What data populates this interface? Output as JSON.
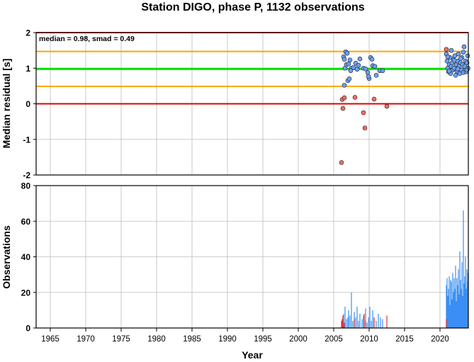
{
  "chart_data": [
    {
      "type": "scatter",
      "title": "Station DIGO, phase P, 1132 observations",
      "ylabel": "Median residual [s]",
      "annotation": "median = 0.98, smad = 0.49",
      "xlim": [
        1963,
        2024
      ],
      "ylim": [
        -2,
        2
      ],
      "y_ticks": [
        -2,
        -1,
        0,
        1,
        2
      ],
      "grid": true,
      "reference_lines": [
        {
          "y": 2.0,
          "color": "#e00000"
        },
        {
          "y": 1.47,
          "color": "#ffa500"
        },
        {
          "y": 0.98,
          "color": "#00e000"
        },
        {
          "y": 0.49,
          "color": "#ffa500"
        },
        {
          "y": 0.0,
          "color": "#e00000"
        }
      ],
      "colors": {
        "inlier": "#6b9ff5",
        "outlier": "#f26b5e"
      },
      "series": [
        {
          "points": [
            [
              2006.4,
              1.32
            ],
            [
              2006.5,
              1.25
            ],
            [
              2006.7,
              1.46
            ],
            [
              2006.9,
              1.42
            ],
            [
              2006.6,
              1.0
            ],
            [
              2006.8,
              1.1
            ],
            [
              2007.0,
              0.65
            ],
            [
              2007.2,
              0.7
            ],
            [
              2007.3,
              1.23
            ],
            [
              2007.5,
              1.0
            ],
            [
              2007.4,
              0.93
            ],
            [
              2007.8,
              1.02
            ],
            [
              2008.1,
              1.14
            ],
            [
              2008.3,
              0.97
            ],
            [
              2008.5,
              1.08
            ],
            [
              2008.7,
              1.26
            ],
            [
              2009.2,
              1.0
            ],
            [
              2009.5,
              0.98
            ],
            [
              2009.8,
              0.88
            ],
            [
              2010.0,
              0.71
            ],
            [
              2009.9,
              0.77
            ],
            [
              2010.2,
              1.3
            ],
            [
              2010.4,
              1.25
            ],
            [
              2010.5,
              1.07
            ],
            [
              2010.8,
              1.05
            ],
            [
              2011.0,
              0.8
            ],
            [
              2011.5,
              0.93
            ],
            [
              2011.9,
              0.93
            ],
            [
              2006.5,
              0.52
            ],
            [
              2007.1,
              1.12
            ],
            [
              2020.9,
              1.4
            ],
            [
              2021.0,
              1.2
            ],
            [
              2021.1,
              1.0
            ],
            [
              2021.2,
              0.9
            ],
            [
              2021.3,
              1.1
            ],
            [
              2021.4,
              1.3
            ],
            [
              2021.5,
              0.85
            ],
            [
              2021.6,
              1.05
            ],
            [
              2021.7,
              1.15
            ],
            [
              2021.8,
              0.95
            ],
            [
              2021.9,
              1.25
            ],
            [
              2022.0,
              1.0
            ],
            [
              2022.1,
              1.35
            ],
            [
              2022.2,
              0.8
            ],
            [
              2022.3,
              1.1
            ],
            [
              2022.4,
              0.92
            ],
            [
              2022.5,
              1.2
            ],
            [
              2022.6,
              1.4
            ],
            [
              2022.7,
              1.05
            ],
            [
              2022.8,
              0.85
            ],
            [
              2022.9,
              1.15
            ],
            [
              2023.0,
              0.95
            ],
            [
              2023.1,
              1.3
            ],
            [
              2023.2,
              1.1
            ],
            [
              2023.3,
              0.88
            ],
            [
              2023.4,
              1.6
            ],
            [
              2023.5,
              1.05
            ],
            [
              2023.6,
              1.2
            ],
            [
              2023.7,
              0.9
            ],
            [
              2023.8,
              1.15
            ],
            [
              2023.9,
              1.35
            ],
            [
              2023.95,
              1.0
            ],
            [
              2021.6,
              1.5
            ],
            [
              2022.5,
              0.98
            ],
            [
              2023.3,
              1.45
            ],
            [
              2021.3,
              0.92
            ],
            [
              2022.0,
              1.22
            ],
            [
              2023.8,
              0.95
            ],
            [
              2022.9,
              1.27
            ],
            [
              2021.1,
              1.32
            ]
          ]
        },
        {
          "points": [
            [
              2006.2,
              0.12
            ],
            [
              2006.3,
              -0.13
            ],
            [
              2006.5,
              0.17
            ],
            [
              2008.0,
              0.18
            ],
            [
              2009.2,
              -0.25
            ],
            [
              2009.4,
              -0.68
            ],
            [
              2010.7,
              0.13
            ],
            [
              2012.5,
              -0.07
            ],
            [
              2006.1,
              -1.65
            ],
            [
              2020.9,
              1.53
            ]
          ]
        }
      ]
    },
    {
      "type": "bar",
      "ylabel": "Observations",
      "xlabel": "Year",
      "xlim": [
        1963,
        2024
      ],
      "x_ticks": [
        1965,
        1970,
        1975,
        1980,
        1985,
        1990,
        1995,
        2000,
        2005,
        2010,
        2015,
        2020
      ],
      "ylim": [
        0,
        80
      ],
      "y_ticks": [
        0,
        20,
        40,
        60,
        80
      ],
      "grid": true,
      "colors": {
        "inlier": "#3a8ef5",
        "outlier": "#e03030"
      },
      "series": [
        {
          "bars": [
            [
              2006.4,
              8
            ],
            [
              2006.6,
              12
            ],
            [
              2006.8,
              5
            ],
            [
              2007.0,
              6
            ],
            [
              2007.1,
              10
            ],
            [
              2007.3,
              7
            ],
            [
              2007.5,
              20
            ],
            [
              2007.7,
              4
            ],
            [
              2007.9,
              9
            ],
            [
              2008.1,
              6
            ],
            [
              2008.3,
              12
            ],
            [
              2008.5,
              4
            ],
            [
              2008.7,
              8
            ],
            [
              2009.0,
              5
            ],
            [
              2009.2,
              7
            ],
            [
              2009.5,
              11
            ],
            [
              2009.7,
              3
            ],
            [
              2009.9,
              6
            ],
            [
              2010.1,
              12
            ],
            [
              2010.3,
              4
            ],
            [
              2010.5,
              10
            ],
            [
              2010.7,
              5
            ],
            [
              2011.0,
              4
            ],
            [
              2011.3,
              8
            ],
            [
              2011.6,
              6
            ],
            [
              2011.9,
              5
            ],
            [
              2020.9,
              24
            ],
            [
              2021.0,
              28
            ],
            [
              2021.1,
              18
            ],
            [
              2021.2,
              22
            ],
            [
              2021.3,
              29
            ],
            [
              2021.4,
              13
            ],
            [
              2021.5,
              27
            ],
            [
              2021.6,
              26
            ],
            [
              2021.7,
              16
            ],
            [
              2021.8,
              31
            ],
            [
              2021.9,
              20
            ],
            [
              2022.0,
              28
            ],
            [
              2022.1,
              22
            ],
            [
              2022.2,
              35
            ],
            [
              2022.3,
              15
            ],
            [
              2022.4,
              28
            ],
            [
              2022.5,
              24
            ],
            [
              2022.6,
              33
            ],
            [
              2022.7,
              19
            ],
            [
              2022.8,
              43
            ],
            [
              2022.9,
              27
            ],
            [
              2023.0,
              22
            ],
            [
              2023.1,
              37
            ],
            [
              2023.2,
              18
            ],
            [
              2023.3,
              66
            ],
            [
              2023.4,
              25
            ],
            [
              2023.5,
              29
            ],
            [
              2023.6,
              40
            ],
            [
              2023.7,
              22
            ],
            [
              2023.8,
              33
            ],
            [
              2023.9,
              26
            ],
            [
              2023.95,
              31
            ]
          ]
        },
        {
          "bars": [
            [
              2006.2,
              5
            ],
            [
              2006.3,
              7
            ],
            [
              2006.5,
              3
            ],
            [
              2007.9,
              5
            ],
            [
              2009.3,
              8
            ],
            [
              2009.5,
              4
            ],
            [
              2010.7,
              6
            ],
            [
              2012.5,
              7
            ],
            [
              2006.1,
              4
            ],
            [
              2020.9,
              5
            ]
          ]
        }
      ]
    }
  ]
}
